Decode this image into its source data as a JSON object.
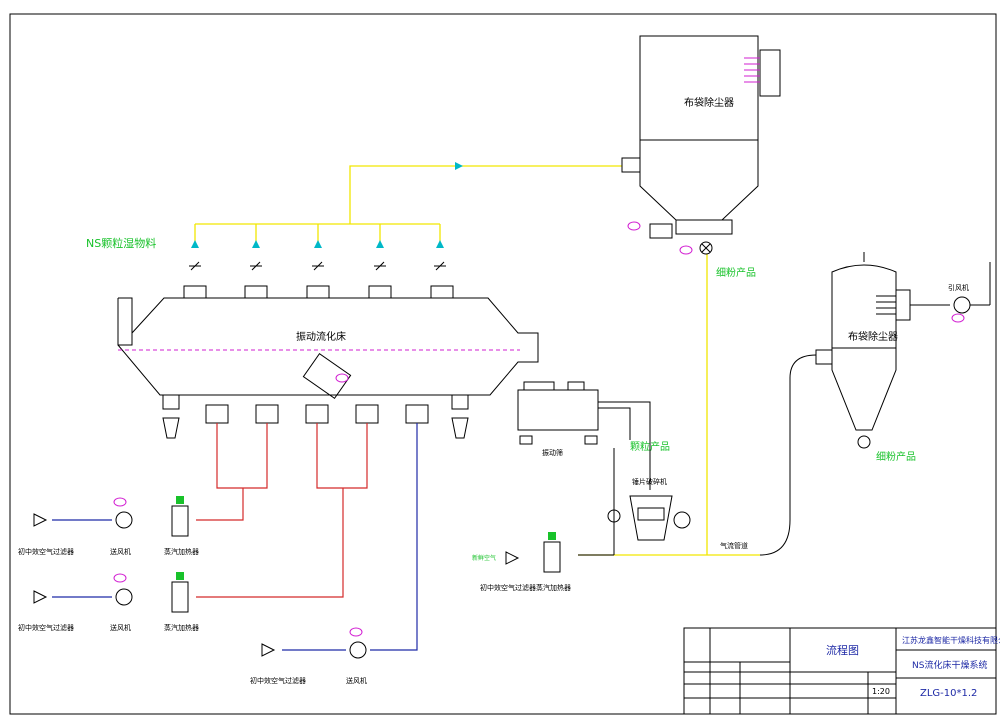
{
  "labels": {
    "ns_feed": "NS颗粒湿物料",
    "fluid_bed": "振动流化床",
    "bag_filter_top": "布袋除尘器",
    "bag_filter_right": "布袋除尘器",
    "fine_powder_1": "细粉产品",
    "fine_powder_2": "细粉产品",
    "granule_product": "颗粒产品",
    "vibrating_screen": "振动筛",
    "crusher": "锤片破碎机",
    "pneumatic": "气流管道",
    "exhaust_fan": "引风机",
    "filter_1": "初中效空气过滤器",
    "filter_2": "初中效空气过滤器",
    "filter_3": "初中效空气过滤器",
    "filter_4": "初中效空气过滤器",
    "blower_1": "送风机",
    "blower_2": "送风机",
    "blower_3": "送风机",
    "heater_1": "蒸汽加热器",
    "heater_2": "蒸汽加热器",
    "heater_4": "蒸汽加热器",
    "fresh_air": "新鲜空气"
  },
  "title_block": {
    "company": "江苏龙鑫智能干燥科技有限公司",
    "drawing_type": "流程图",
    "system_name": "NS流化床干燥系统",
    "drawing_no": "ZLG-10*1.2",
    "scale": "1:20"
  },
  "colors": {
    "line": "#000000",
    "air_yellow": "#f2e600",
    "hot_red": "#d42a2a",
    "cold_blue": "#1e2aa6",
    "green_text": "#18c22a",
    "cyan_arrow": "#00b8c8",
    "magenta": "#d21fd2"
  }
}
